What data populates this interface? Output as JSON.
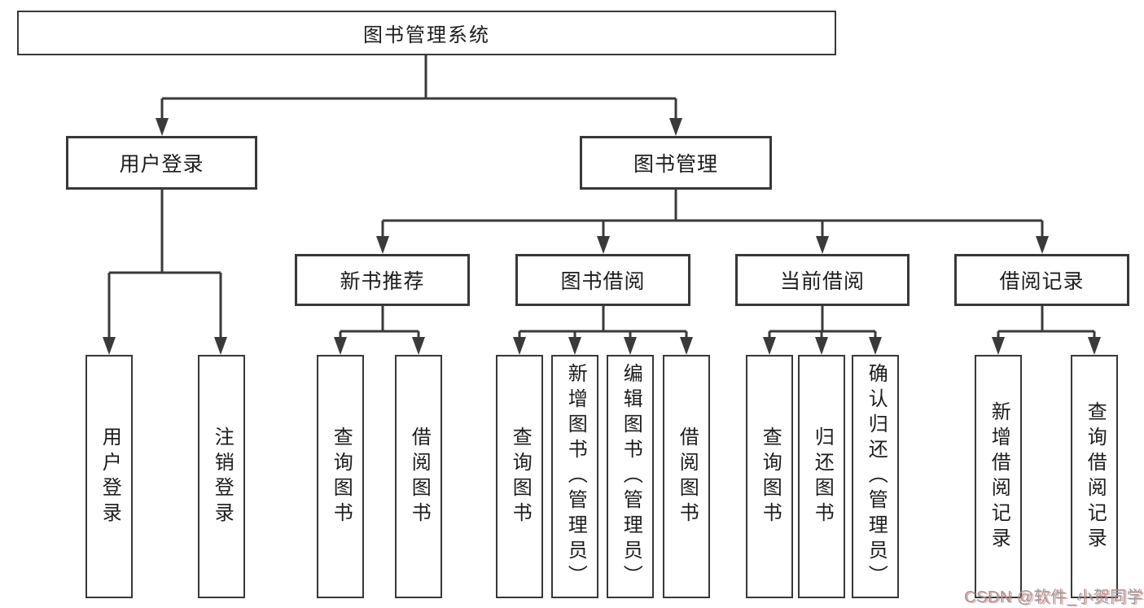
{
  "diagram": {
    "tree": {
      "root": {
        "label": "图书管理系统"
      },
      "level2": [
        {
          "label": "用户登录",
          "children": [
            {
              "label": "用户登录"
            },
            {
              "label": "注销登录"
            }
          ]
        },
        {
          "label": "图书管理",
          "children": [
            {
              "label": "新书推荐",
              "children": [
                {
                  "label": "查询图书"
                },
                {
                  "label": "借阅图书"
                }
              ]
            },
            {
              "label": "图书借阅",
              "children": [
                {
                  "label": "查询图书"
                },
                {
                  "label": "新增图书（管理员）"
                },
                {
                  "label": "编辑图书（管理员）"
                },
                {
                  "label": "借阅图书"
                }
              ]
            },
            {
              "label": "当前借阅",
              "children": [
                {
                  "label": "查询图书"
                },
                {
                  "label": "归还图书"
                },
                {
                  "label": "确认归还（管理员）"
                }
              ]
            },
            {
              "label": "借阅记录",
              "children": [
                {
                  "label": "新增借阅记录"
                },
                {
                  "label": "查询借阅记录"
                }
              ]
            }
          ]
        }
      ]
    },
    "watermark": {
      "text": "CSDN @软件_小贺同学"
    },
    "style": {
      "line_color": "#3a3a3a",
      "box_border_color": "#383838",
      "text_color": "#1c1c1c",
      "watermark_gray": "#9c9c9c",
      "watermark_red_shadow": "#e06a6a",
      "background": "#ffffff"
    }
  }
}
